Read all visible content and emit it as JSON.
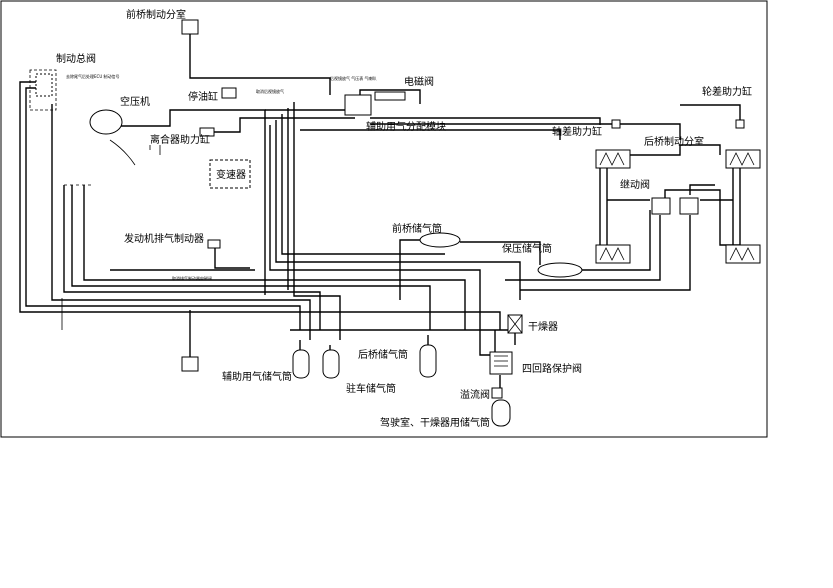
{
  "diagram": {
    "labels": {
      "front_brake": "前桥制动分室",
      "brake_valve": "制动总阀",
      "note_left": "去除尾气后处理ECU 制动信号",
      "compressor": "空压机",
      "oil_cyl": "停油缸",
      "clutch": "离合器助力缸",
      "solenoid": "电磁阀",
      "aux_module": "辅助用气分配模块",
      "wheel_diff": "轮差助力缸",
      "axle_diff": "轴差助力缸",
      "rear_brake": "后桥制动分室",
      "gearbox": "变速器",
      "relay": "继动阀",
      "exhaust_brake": "发动机排气制动器",
      "front_tank": "前桥储气筒",
      "pressure_tank": "保压储气筒",
      "dryer": "干燥器",
      "aux_tank": "辅助用气储气筒",
      "park_tank": "驻车储气筒",
      "rear_tank": "后桥储气筒",
      "four_circuit": "四回路保护阀",
      "overflow": "溢流阀",
      "cab_tank": "驾驶室、干燥器用储气筒",
      "tiny_module": "后视镜放气 气压表 气喇叭",
      "tiny_sol": "取消后视镜放气",
      "tiny_exh": "取消排气制动器电磁阀"
    }
  }
}
